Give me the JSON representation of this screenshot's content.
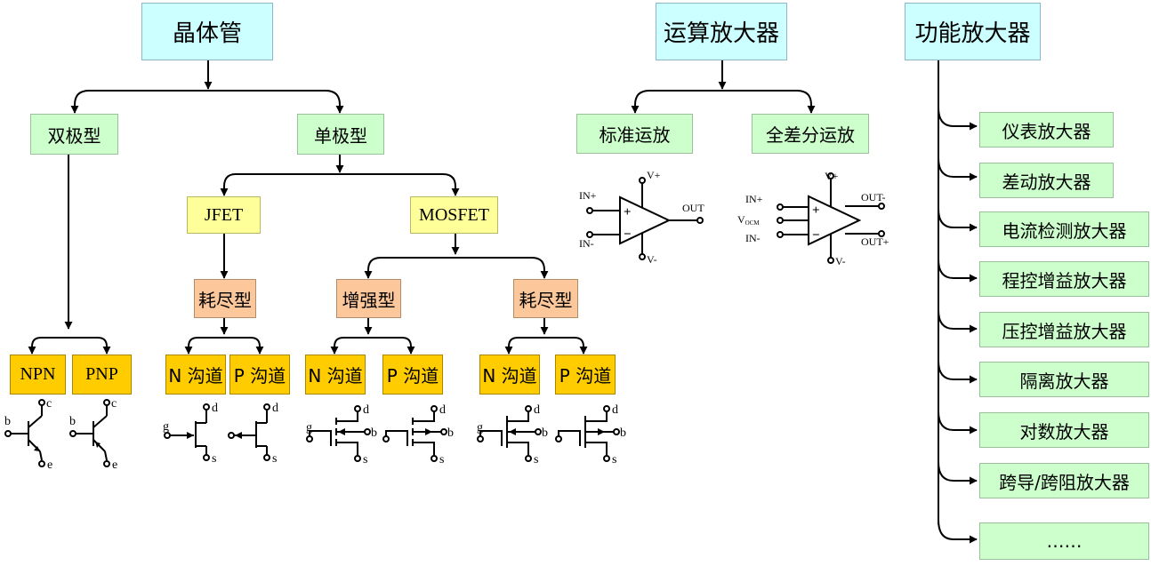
{
  "roots": {
    "transistor": "晶体管",
    "opamp": "运算放大器",
    "funcamp": "功能放大器"
  },
  "transistor": {
    "bipolar": "双极型",
    "unipolar": "单极型",
    "jfet": "JFET",
    "mosfet": "MOSFET",
    "jfet_depletion": "耗尽型",
    "mos_enhancement": "增强型",
    "mos_depletion": "耗尽型",
    "npn": "NPN",
    "pnp": "PNP",
    "jfet_n": "N 沟道",
    "jfet_p": "P 沟道",
    "enh_n": "N 沟道",
    "enh_p": "P 沟道",
    "dep_n": "N 沟道",
    "dep_p": "P 沟道"
  },
  "bjt_pins": {
    "c": "c",
    "b": "b",
    "e": "e"
  },
  "fet_pins": {
    "d": "d",
    "g": "g",
    "s": "s",
    "b": "b"
  },
  "opamp": {
    "standard": "标准运放",
    "fully_diff": "全差分运放"
  },
  "std_opamp_pins": {
    "vp": "V+",
    "vn": "V-",
    "inp": "IN+",
    "inn": "IN-",
    "out": "OUT",
    "plus": "+",
    "minus": "−"
  },
  "fd_opamp_pins": {
    "vp": "V+",
    "vn": "V-",
    "inp": "IN+",
    "inn": "IN-",
    "vocm_main": "V",
    "vocm_sub": "OCM",
    "outn": "OUT-",
    "outp": "OUT+",
    "plus": "+",
    "minus": "−"
  },
  "funcamp_items": [
    "仪表放大器",
    "差动放大器",
    "电流检测放大器",
    "程控增益放大器",
    "压控增益放大器",
    "隔离放大器",
    "对数放大器",
    "跨导/跨阻放大器",
    "……"
  ],
  "colors": {
    "root_fill": "#ccffff",
    "category_fill": "#ccffcc",
    "fet_type_fill": "#ffff99",
    "mode_fill": "#fbc79b",
    "leaf_fill": "#ffcc00",
    "line": "#000000"
  }
}
